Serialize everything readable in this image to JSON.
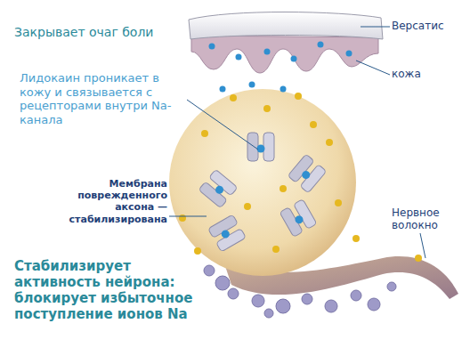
{
  "diagram": {
    "title": "Закрывает очаг боли",
    "labels": [
      "Версатис",
      "Лидокаин проникает в кожу и связывается с рецепторами внутри Na-канала",
      "кожа",
      "Мембрана поврежденного аксона — стабилизирована",
      "Нервное волокно",
      "Стабилизирует активность нейрона: блокирует избыточное поступление ионов Na"
    ]
  }
}
